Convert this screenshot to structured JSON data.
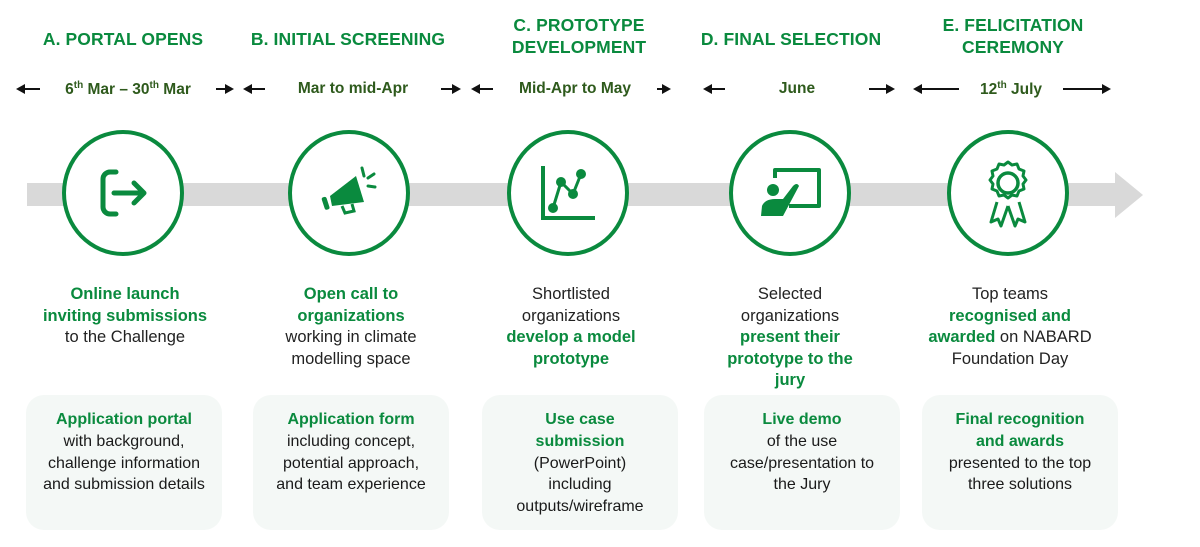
{
  "colors": {
    "accent": "#0a8a3e",
    "date_text": "#2e5a1c",
    "track": "#d9d9d9",
    "card_bg": "#f4f8f6",
    "body_text": "#222222"
  },
  "stages": [
    {
      "title": "A. PORTAL OPENS",
      "date": {
        "start_day": "6",
        "start_sup": "th",
        "start_rest": " Mar – ",
        "end_day": "30",
        "end_sup": "th",
        "end_rest": " Mar"
      },
      "icon": "sign-in-arrow-icon",
      "desc": {
        "hl1": "Online launch",
        "hl2": "inviting submissions",
        "rest": "to the Challenge"
      },
      "card": {
        "hl": "Application portal",
        "body": "with background, challenge information and submission details"
      }
    },
    {
      "title": "B. INITIAL SCREENING",
      "date": {
        "text": "Mar to mid-Apr"
      },
      "icon": "megaphone-icon",
      "desc": {
        "hl1": "Open call to",
        "hl2": "organizations",
        "rest": "working in climate modelling space"
      },
      "card": {
        "hl": "Application form",
        "body": "including concept, potential approach, and team experience"
      }
    },
    {
      "title_line1": "C. PROTOTYPE",
      "title_line2": "DEVELOPMENT",
      "date": {
        "text": "Mid-Apr to May"
      },
      "icon": "line-chart-icon",
      "desc": {
        "pre": "Shortlisted organizations",
        "hl": "develop a model prototype"
      },
      "card": {
        "hl": "Use case submission",
        "body": "(PowerPoint) including outputs/wireframe"
      }
    },
    {
      "title": "D. FINAL SELECTION",
      "date": {
        "text": "June"
      },
      "icon": "presenter-board-icon",
      "desc": {
        "pre": "Selected organizations",
        "hl": "present their prototype to the jury"
      },
      "card": {
        "hl": "Live demo",
        "body": "of the use case/presentation to the Jury"
      }
    },
    {
      "title_line1": "E. FELICITATION",
      "title_line2": "CEREMONY",
      "date": {
        "day": "12",
        "sup": "th",
        "rest": " July"
      },
      "icon": "award-ribbon-icon",
      "desc": {
        "pre": "Top teams",
        "hl": "recognised and awarded",
        "rest": "on NABARD Foundation Day"
      },
      "card": {
        "hl": "Final recognition and awards",
        "body": "presented to the top three solutions"
      }
    }
  ]
}
